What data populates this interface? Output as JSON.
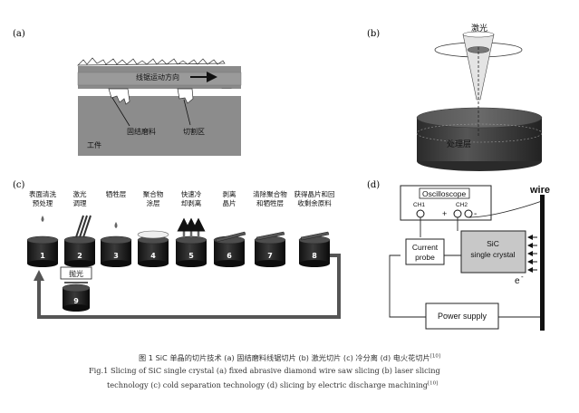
{
  "panel_a": {
    "label": "(a)",
    "motion_text": "线锯运动方向",
    "abrasive_label": "固结磨料",
    "cut_zone_label": "切割区",
    "workpiece_label": "工件"
  },
  "panel_b": {
    "label": "(b)",
    "laser_label": "激光",
    "layer_label": "处理层"
  },
  "panel_c": {
    "label": "(c)",
    "steps": [
      {
        "num": "1",
        "label_line1": "表面清洗",
        "label_line2": "预处理"
      },
      {
        "num": "2",
        "label_line1": "激光",
        "label_line2": "调理"
      },
      {
        "num": "3",
        "label_line1": "牺牲层",
        "label_line2": ""
      },
      {
        "num": "4",
        "label_line1": "聚合物",
        "label_line2": "涂层"
      },
      {
        "num": "5",
        "label_line1": "快速冷",
        "label_line2": "却剥离"
      },
      {
        "num": "6",
        "label_line1": "剥离",
        "label_line2": "晶片"
      },
      {
        "num": "7",
        "label_line1": "清除聚合物",
        "label_line2": "和牺牲层"
      },
      {
        "num": "8",
        "label_line1": "获得晶片和回",
        "label_line2": "收剩余原料"
      }
    ],
    "polish_label": "抛光",
    "polish_num": "9"
  },
  "panel_d": {
    "label": "(d)",
    "oscilloscope": "Oscilloscope",
    "ch1": "CH1",
    "ch2": "CH2",
    "plus": "+",
    "minus": "-",
    "wire": "wire",
    "current_probe_1": "Current",
    "current_probe_2": "probe",
    "sic_1": "SiC",
    "sic_2": "single crystal",
    "electron": "e",
    "electron_sup": "-",
    "power_supply": "Power supply"
  },
  "caption": {
    "zh_prefix": "图 1   SiC 单晶的切片技术 (a) 固结磨料线锯切片 (b) 激光切片 (c) 冷分离 (d) 电火花切片",
    "zh_ref": "[10]",
    "en_line1": "Fig.1   Slicing of SiC single crystal  (a)  fixed abrasive diamond wire saw slicing  (b)  laser slicing",
    "en_line2": "technology  (c)  cold separation technology  (d)  slicing by electric discharge machining",
    "en_ref": "[10]"
  }
}
